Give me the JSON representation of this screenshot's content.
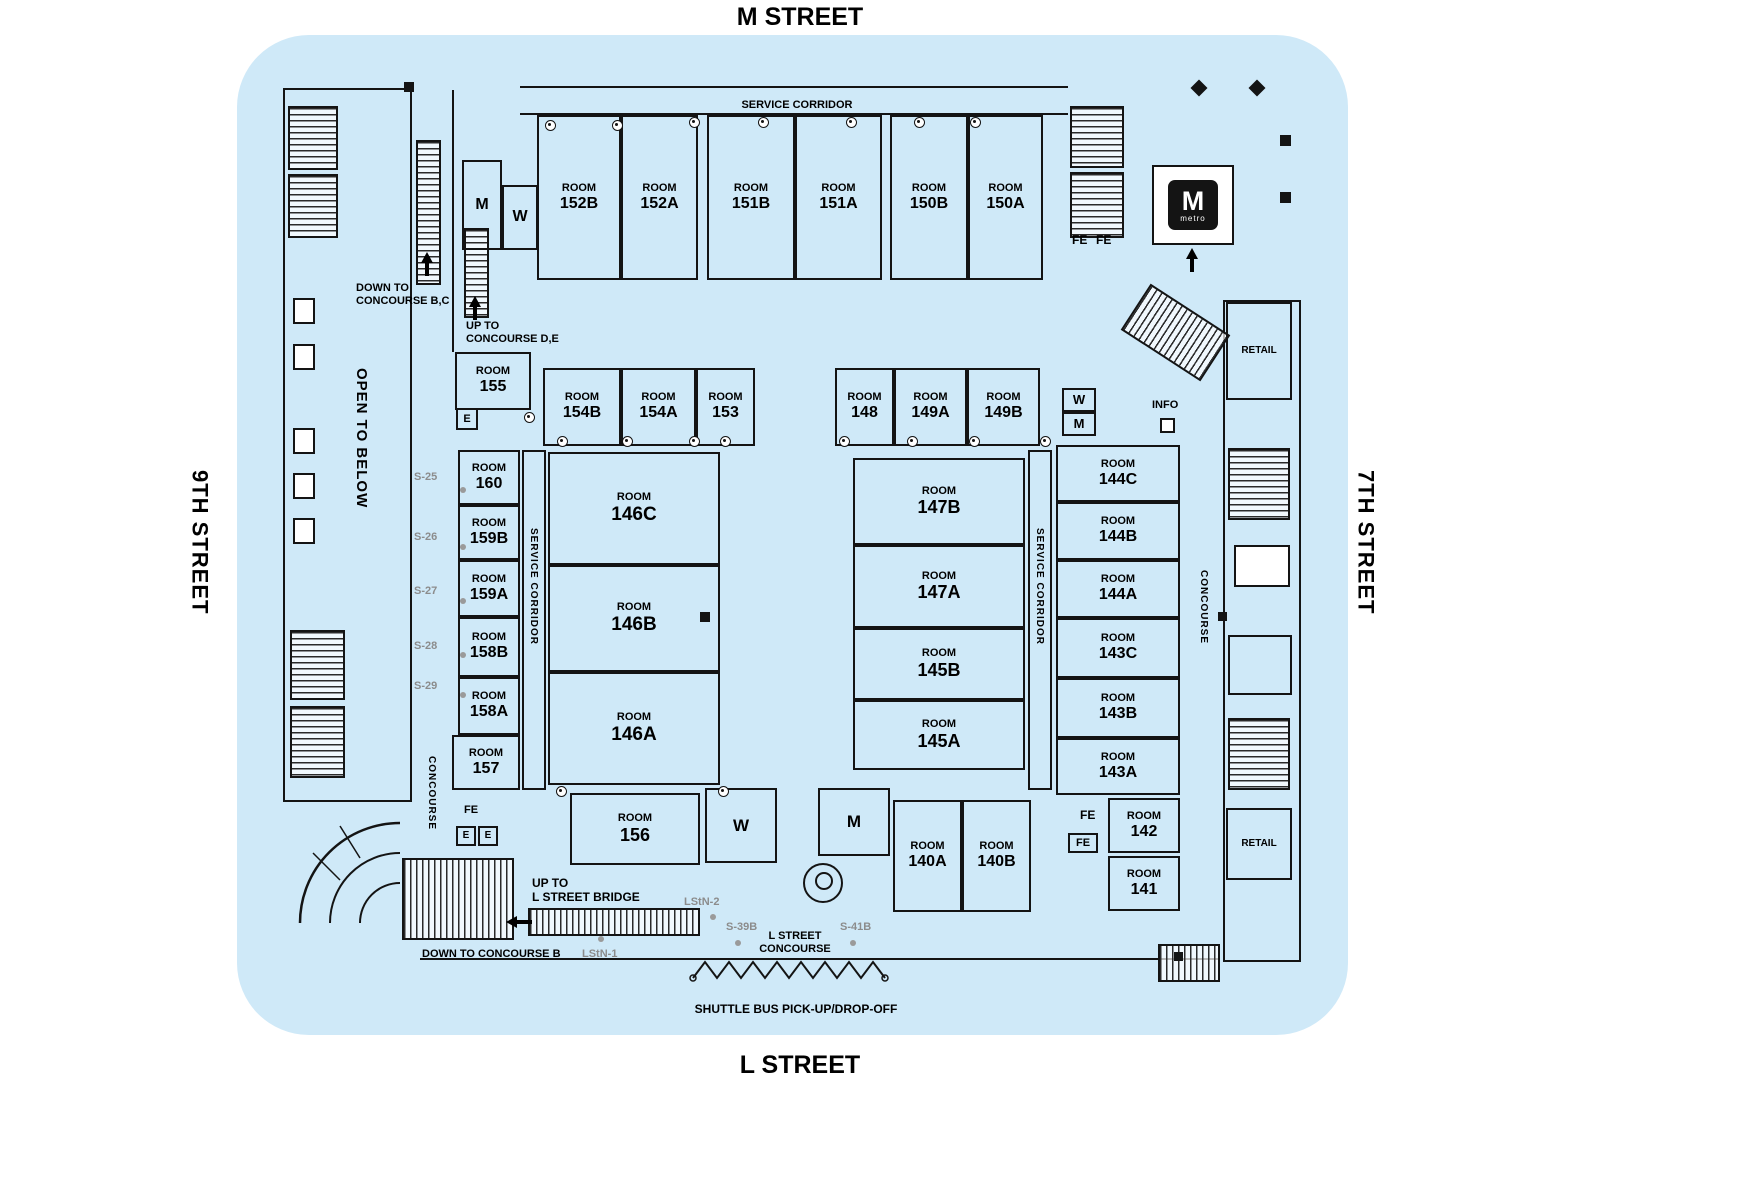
{
  "streets": {
    "top": "M STREET",
    "bottom": "L STREET",
    "left": "9TH STREET",
    "right": "7TH STREET"
  },
  "room_word": "ROOM",
  "rooms": {
    "152B": "152B",
    "152A": "152A",
    "151B": "151B",
    "151A": "151A",
    "150B": "150B",
    "150A": "150A",
    "155": "155",
    "154B": "154B",
    "154A": "154A",
    "153": "153",
    "148": "148",
    "149A": "149A",
    "149B": "149B",
    "160": "160",
    "159B": "159B",
    "159A": "159A",
    "158B": "158B",
    "158A": "158A",
    "157": "157",
    "146C": "146C",
    "146B": "146B",
    "146A": "146A",
    "147B": "147B",
    "147A": "147A",
    "145B": "145B",
    "145A": "145A",
    "144C": "144C",
    "144B": "144B",
    "144A": "144A",
    "143C": "143C",
    "143B": "143B",
    "143A": "143A",
    "156": "156",
    "140A": "140A",
    "140B": "140B",
    "142": "142",
    "141": "141"
  },
  "corridors": {
    "service_top": "SERVICE CORRIDOR",
    "service_left": "SERVICE CORRIDOR",
    "service_right": "SERVICE CORRIDOR",
    "concourse_left": "CONCOURSE",
    "concourse_right": "CONCOURSE"
  },
  "navigation": {
    "down_bc_1": "DOWN TO",
    "down_bc_2": "CONCOURSE B,C",
    "up_de_1": "UP TO",
    "up_de_2": "CONCOURSE D,E",
    "up_bridge_1": "UP TO",
    "up_bridge_2": "L STREET BRIDGE",
    "down_b": "DOWN TO CONCOURSE B",
    "l_concourse_1": "L STREET",
    "l_concourse_2": "CONCOURSE",
    "shuttle": "SHUTTLE BUS PICK-UP/DROP-OFF",
    "open_to_below": "OPEN TO BELOW"
  },
  "poi": {
    "info": "INFO",
    "retail": "RETAIL",
    "metro_m": "M",
    "metro_word": "metro",
    "restroom_m": "M",
    "restroom_w": "W",
    "fire_equipment": "FE",
    "elevator": "E"
  },
  "markers": {
    "s25": "S-25",
    "s26": "S-26",
    "s27": "S-27",
    "s28": "S-28",
    "s29": "S-29",
    "s39b": "S-39B",
    "s41b": "S-41B",
    "lstn1": "LStN-1",
    "lstn2": "LStN-2"
  },
  "colors": {
    "building_fill": "#cfe9f8",
    "wall": "#141414",
    "marker_grey": "#8c8c8c",
    "metro_bg": "#141414"
  }
}
